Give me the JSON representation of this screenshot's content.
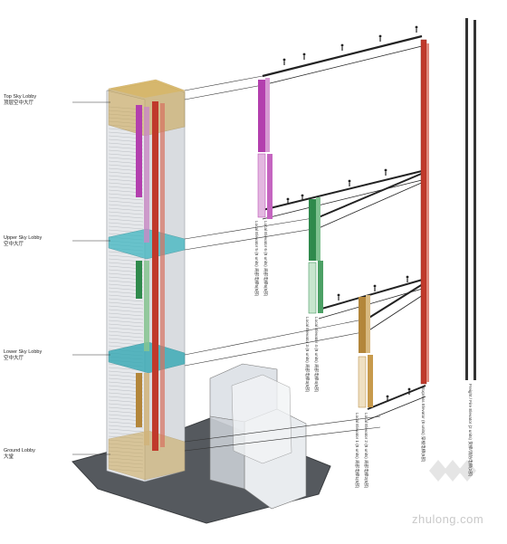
{
  "lobbies": [
    {
      "name": "Top Sky Lobby",
      "name_cn": "顶层空中大厅"
    },
    {
      "name": "Upper Sky Lobby",
      "name_cn": "空中大厅"
    },
    {
      "name": "Lower Sky Lobby",
      "name_cn": "空中大厅"
    },
    {
      "name": "Ground Lobby",
      "name_cn": "大堂"
    }
  ],
  "elevators": [
    {
      "label": "Local Elevator 5 (8 units)  局部电梯5(8部)"
    },
    {
      "label": "Local Elevator 6 (8 units)  局部电梯6(8部)"
    },
    {
      "label": "Local Elevator 3 (8 units)  局部电梯3(8部)"
    },
    {
      "label": "Local Elevator 4 (8 units)  局部电梯4(8部)"
    },
    {
      "label": "Local Elevator 1 (8 units)  局部电梯1(8部)"
    },
    {
      "label": "Local Elevator 2 (8 units)  局部电梯2(8部)"
    },
    {
      "label": "Express Elevator (8 units)  穿梭电梯(8部)"
    },
    {
      "label": "Freight / Fire Elevator (2 units)  货梯/消防电梯(2部)"
    }
  ],
  "watermark": "zhulong.com",
  "colors": {
    "zone_top": "#b8913a",
    "zone_sky": "#2fa5b1",
    "elevator_magenta": "#b33fae",
    "elevator_green": "#2f8a4c",
    "elevator_gold": "#b3863a",
    "express_red": "#c0392b",
    "freight_dark": "#333333",
    "base": "#555a5f"
  }
}
